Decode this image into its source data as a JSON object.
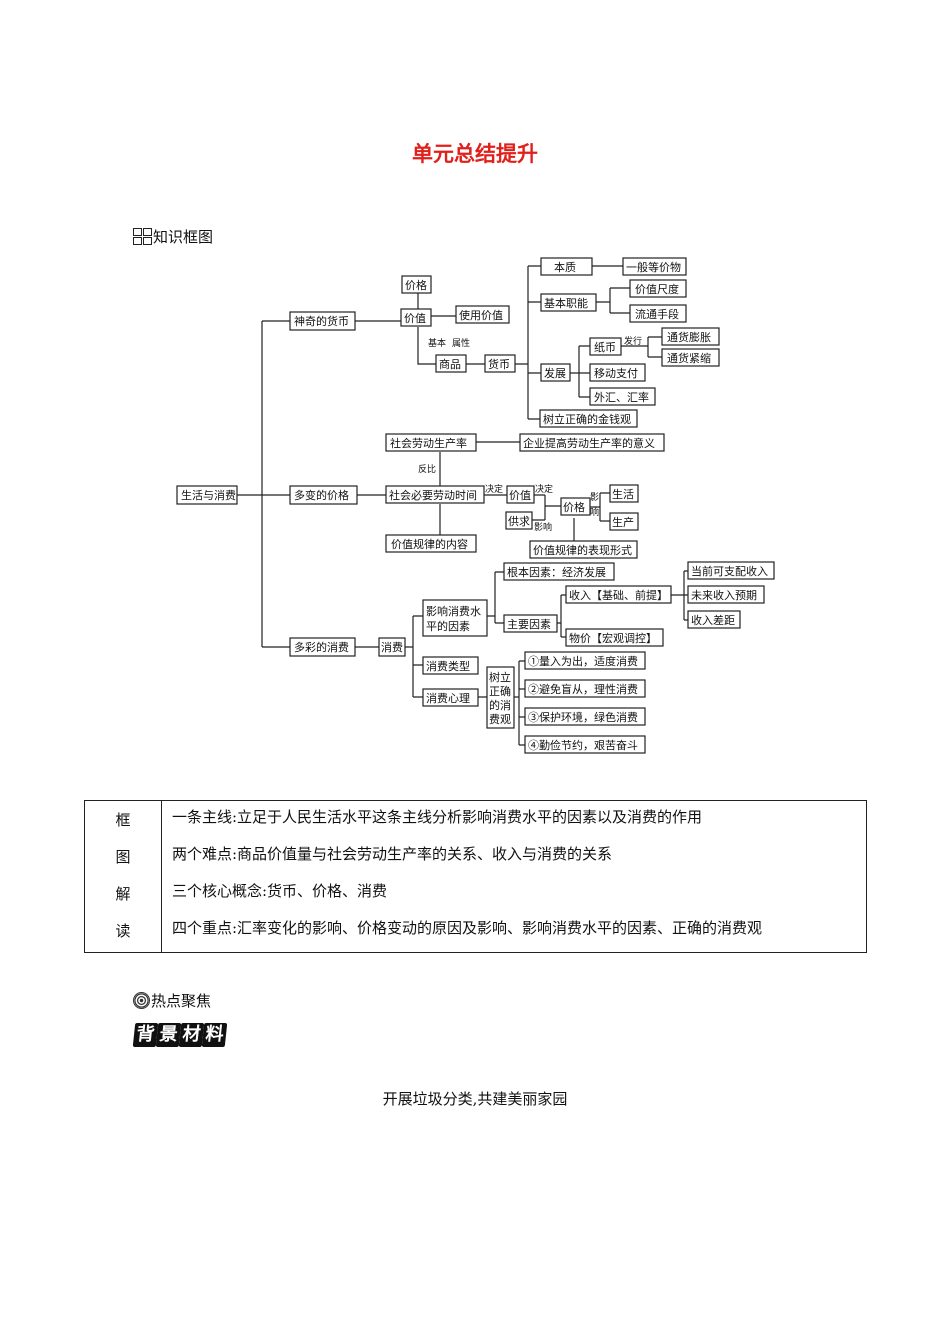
{
  "page_title": "单元总结提升",
  "framework": {
    "heading": "知识框图"
  },
  "mindmap": {
    "root": "生活与消费",
    "money": "神奇的货币",
    "price_tag": "价格",
    "value": "价值",
    "use_value": "使用价值",
    "basic": "基本",
    "attribute": "属性",
    "commodity": "商品",
    "currency": "货币",
    "essence": "本质",
    "general_equivalent": "一般等价物",
    "basic_functions": "基本职能",
    "value_measure": "价值尺度",
    "circulation_means": "流通手段",
    "development": "发展",
    "paper_money": "纸币",
    "issue": "发行",
    "inflation": "通货膨胀",
    "deflation": "通货紧缩",
    "mobile_payment": "移动支付",
    "forex": "外汇、汇率",
    "money_view": "树立正确的金钱观",
    "social_productivity": "社会劳动生产率",
    "enterprise_productivity": "企业提高劳动生产率的意义",
    "inverse": "反比",
    "variable_price": "多变的价格",
    "socially_necessary_time": "社会必要劳动时间",
    "decides_1": "决定",
    "value_2": "价值",
    "decides_2": "决定",
    "price_2": "价格",
    "impact_1": "影",
    "impact_2": "响",
    "life": "生活",
    "production": "生产",
    "supply_demand": "供求",
    "influence": "影响",
    "law_content": "价值规律的内容",
    "law_form": "价值规律的表现形式",
    "diverse_consumption": "多彩的消费",
    "consumption": "消费",
    "factors_1": "影响消费水",
    "factors_2": "平的因素",
    "root_factor": "根本因素：经济发展",
    "main_factor": "主要因素",
    "income": "收入【基础、前提】",
    "current_income": "当前可支配收入",
    "future_income": "未来收入预期",
    "income_gap": "收入差距",
    "price_macro": "物价【宏观调控】",
    "consumption_types": "消费类型",
    "consumption_psychology": "消费心理",
    "correct_view": [
      "树立",
      "正确",
      "的消",
      "费观"
    ],
    "principles": [
      "①量入为出，适度消费",
      "②避免盲从，理性消费",
      "③保护环境，绿色消费",
      "④勤俭节约，艰苦奋斗"
    ]
  },
  "summary": {
    "left_chars": [
      "框",
      "图",
      "解",
      "读"
    ],
    "rows": [
      "一条主线:立足于人民生活水平这条主线分析影响消费水平的因素以及消费的作用",
      "两个难点:商品价值量与社会劳动生产率的关系、收入与消费的关系",
      "三个核心概念:货币、价格、消费",
      "四个重点:汇率变化的影响、价格变动的原因及影响、影响消费水平的因素、正确的消费观"
    ]
  },
  "hotspot": {
    "heading": "热点聚焦",
    "badge_chars": [
      "背",
      "景",
      "材",
      "料"
    ],
    "material_title": "开展垃圾分类,共建美丽家园"
  }
}
